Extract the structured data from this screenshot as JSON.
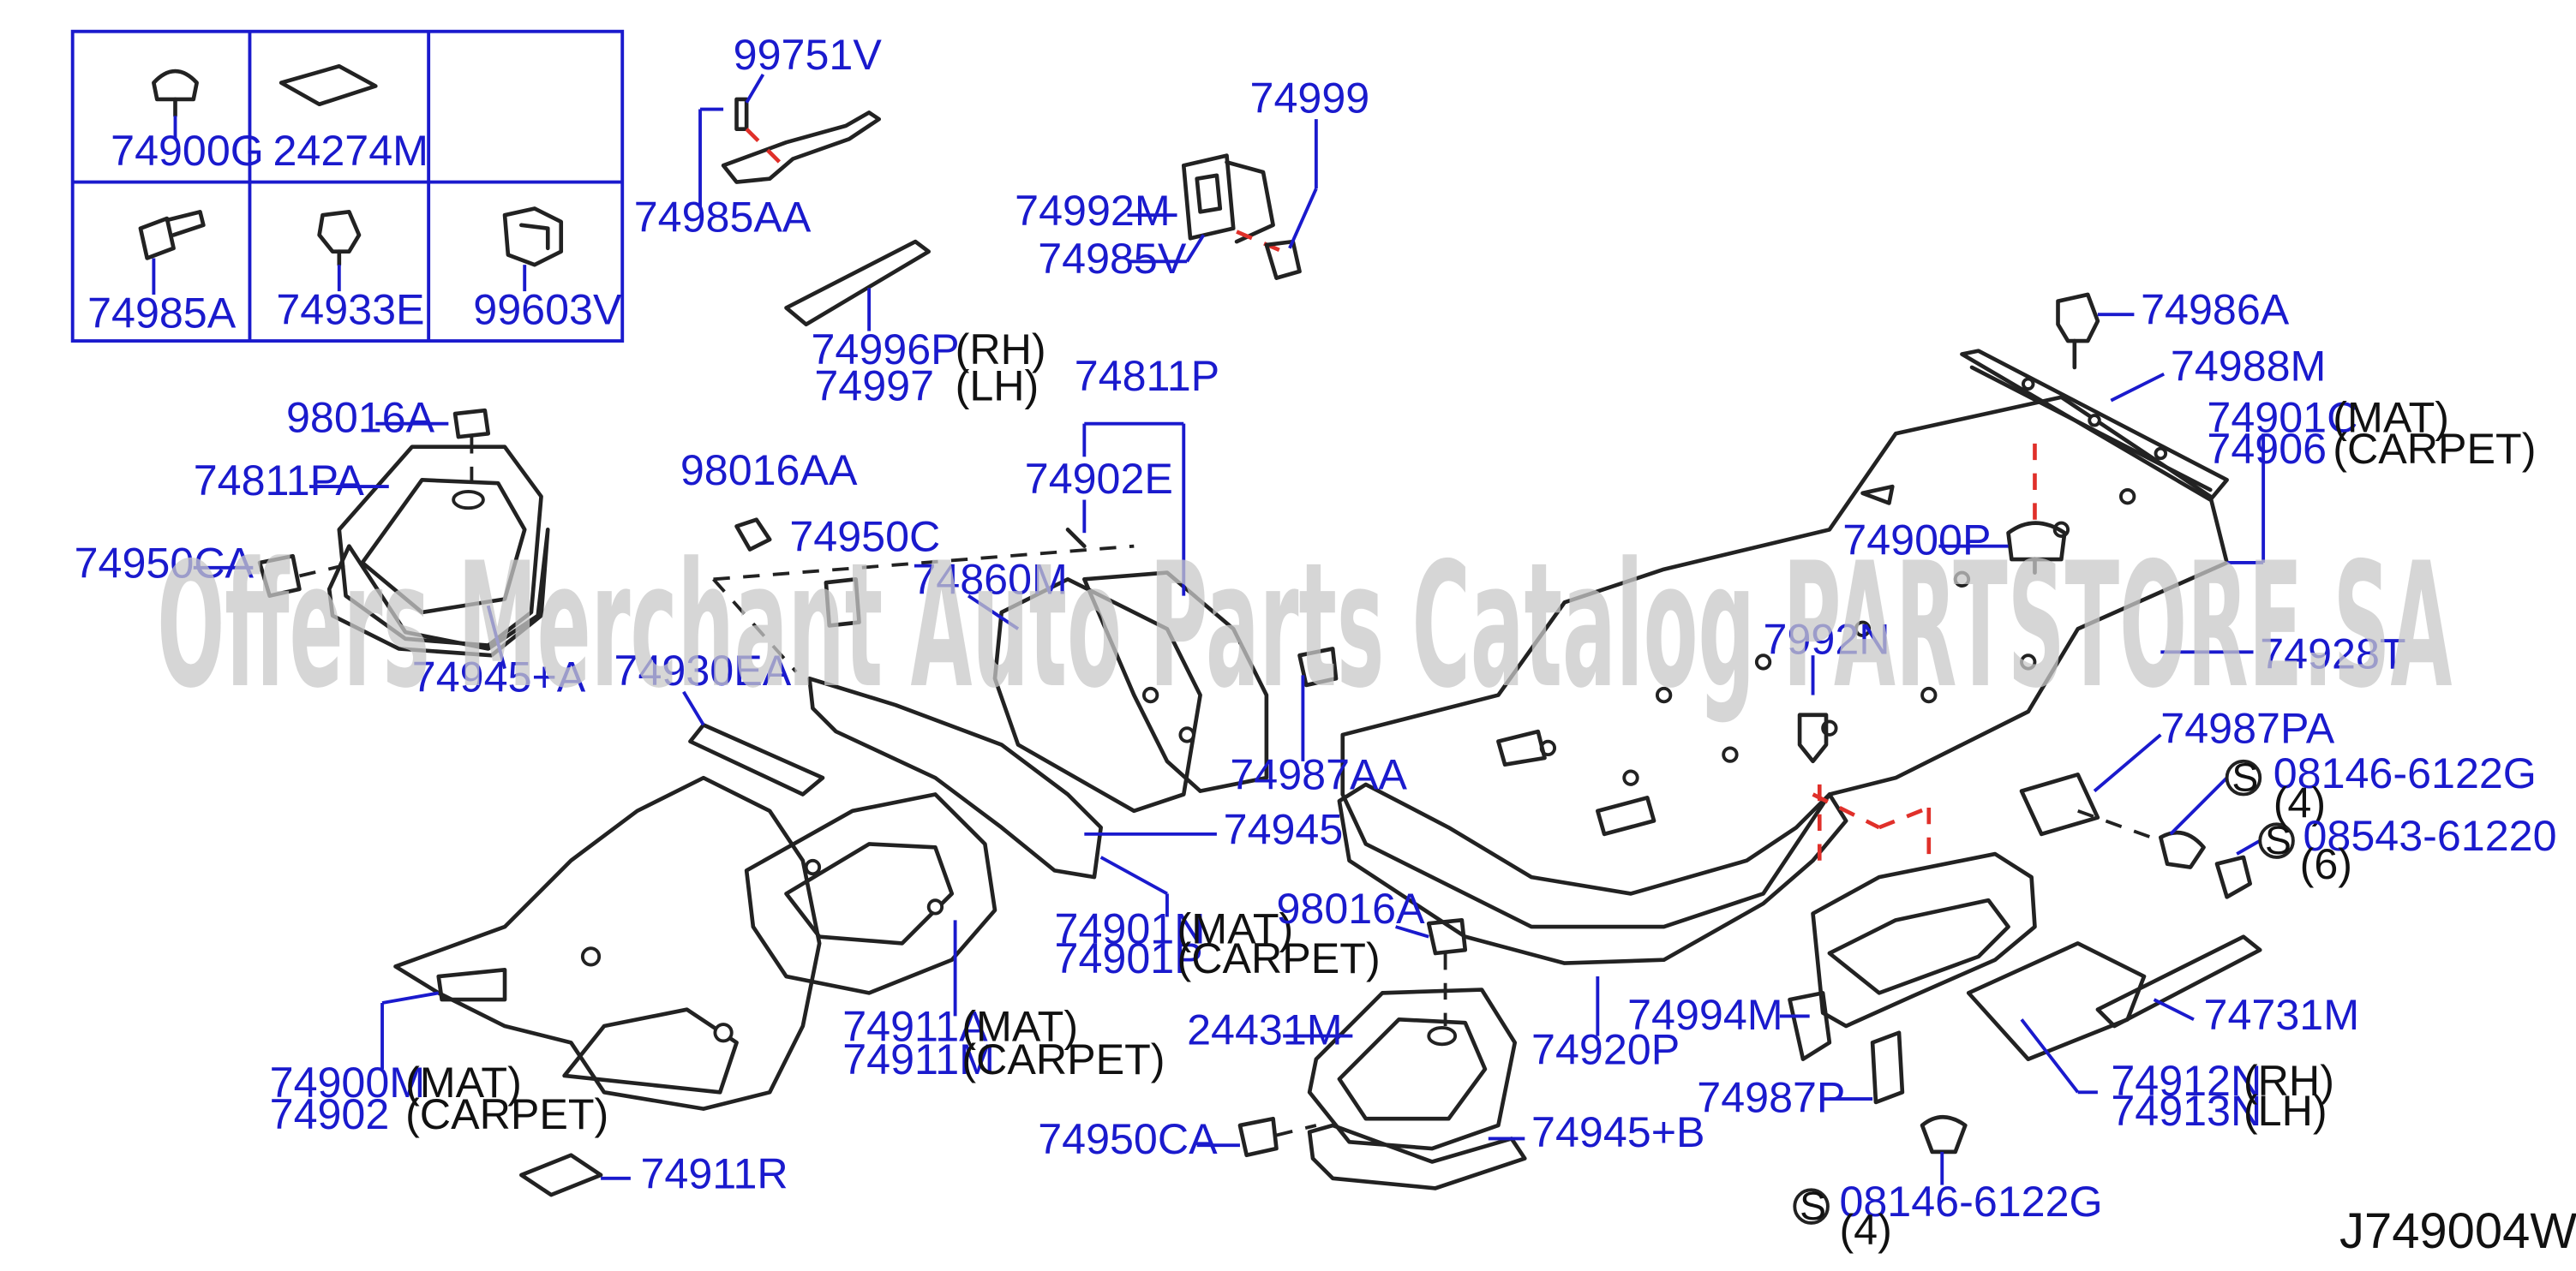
{
  "diagram": {
    "reference_code": "J749004W",
    "watermark": "Offers Merchant Auto Parts Catalog PARTSTORE.SA",
    "screw_symbol": "S"
  },
  "legend_box": {
    "cells": [
      "74900G",
      "24274M",
      "",
      "74985A",
      "74933E",
      "99603V"
    ]
  },
  "labels": {
    "p99751V": "99751V",
    "p74985AA": "74985AA",
    "p74999": "74999",
    "p74992M": "74992M",
    "p74985V": "74985V",
    "p74996P": "74996P",
    "p74997": "74997",
    "p74811P": "74811P",
    "p74902E": "74902E",
    "p98016A_top": "98016A",
    "p74811PA": "74811PA",
    "p74950CA_left": "74950CA",
    "p98016AA": "98016AA",
    "p74950C": "74950C",
    "p74860M": "74860M",
    "p74945A": "74945+A",
    "p74930EA": "74930EA",
    "p74987AA": "74987AA",
    "p74945": "74945",
    "p74901N": "74901N",
    "p74901P": "74901P",
    "p74911A": "74911A",
    "p74911M": "74911M",
    "p74900M": "74900M",
    "p74902": "74902",
    "p74911R": "74911R",
    "p98016A_low": "98016A",
    "p24431M": "24431M",
    "p74950CA_low": "74950CA",
    "p74945B": "74945+B",
    "p74920P": "74920P",
    "p74994M": "74994M",
    "p74987P": "74987P",
    "p08146_low": "08146-6122G",
    "p74986A": "74986A",
    "p74988M": "74988M",
    "p74901C": "74901C",
    "p74906": "74906",
    "p74900P": "74900P",
    "p7992N": "7992N",
    "p74928T": "74928T",
    "p74987PA": "74987PA",
    "p08146_up": "08146-6122G",
    "p08543": "08543-61220",
    "p74731M": "74731M",
    "p74912N": "74912N",
    "p74913N": "74913N"
  },
  "notes": {
    "rh": "(RH)",
    "lh": "(LH)",
    "mat": "(MAT)",
    "carpet": "(CARPET)",
    "qty4": "(4)",
    "qty6": "(6)"
  }
}
